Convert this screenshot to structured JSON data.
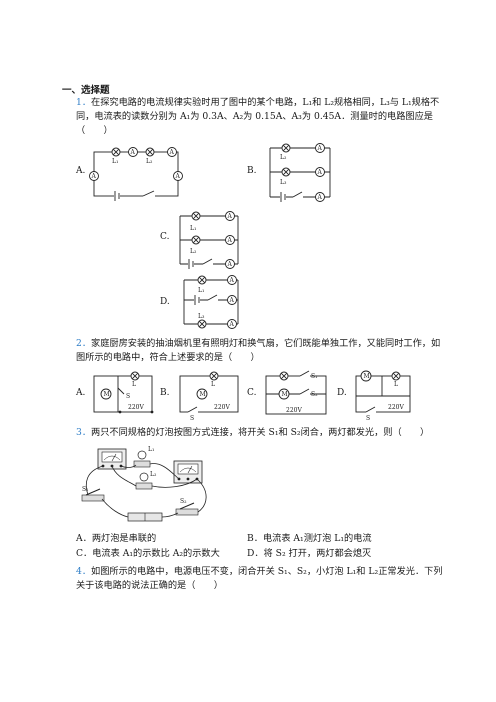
{
  "section_title": "一、选择题",
  "q1": {
    "number": "1．",
    "line1": "在探究电路的电流规律实验时用了图中的某个电路，L₁和 L₂规格相同，L₃与 L₁规格不",
    "line2": "同，电流表的读数分别为 A₁为 0.3A、A₂为 0.15A、A₃为 0.45A．测量时的电路图应是",
    "line3": "（　　）",
    "options": [
      "A.",
      "B.",
      "C.",
      "D."
    ]
  },
  "q2": {
    "number": "2．",
    "line1": "家庭厨房安装的抽油烟机里有照明灯和换气扇，它们既能单独工作，又能同时工作，如",
    "line2": "图所示的电路中，符合上述要求的是（　　）",
    "options": [
      "A.",
      "B.",
      "C.",
      "D."
    ]
  },
  "q3": {
    "number": "3．",
    "line1": "两只不同规格的灯泡按图方式连接，将开关 S₁和 S₂闭合，两灯都发光，则（　　）",
    "optA": "A．两灯泡是串联的",
    "optB": "B．电流表 A₁测灯泡 L₁的电流",
    "optC": "C．电流表 A₁的示数比 A₂的示数大",
    "optD": "D．将 S₂ 打开，两灯都会熄灭"
  },
  "q4": {
    "number": "4．",
    "line1": "如图所示的电路中，电源电压不变，闭合开关 S₁、S₂，小灯泡 L₁和 L₂正常发光．下列",
    "line2": "关于该电路的说法正确的是（　　）"
  },
  "diagram_labels": {
    "ammeters": [
      "A₁",
      "A₂",
      "A₃"
    ],
    "lamps": [
      "L₁",
      "L₂",
      "L₃",
      "L"
    ],
    "motor": "M",
    "switches": [
      "S",
      "S₁",
      "S₂"
    ],
    "voltage": "220V"
  }
}
